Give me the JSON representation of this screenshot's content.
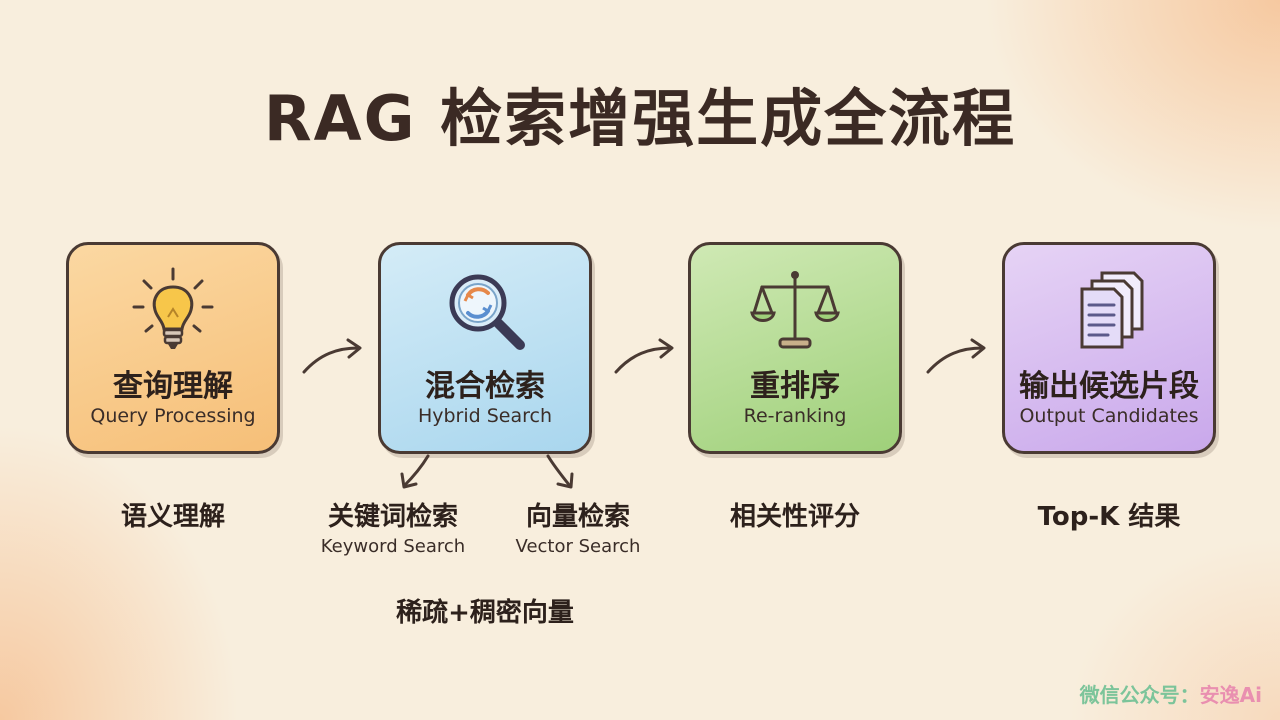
{
  "title": "RAG 检索增强生成全流程",
  "steps": [
    {
      "zh": "查询理解",
      "en": "Query Processing",
      "icon": "lightbulb-icon",
      "color": "#f6bf78",
      "note": "语义理解"
    },
    {
      "zh": "混合检索",
      "en": "Hybrid Search",
      "icon": "magnifier-icon",
      "color": "#a9d6ee"
    },
    {
      "zh": "重排序",
      "en": "Re-ranking",
      "icon": "balance-scale-icon",
      "color": "#9fd07a",
      "note": "相关性评分"
    },
    {
      "zh": "输出候选片段",
      "en": "Output Candidates",
      "icon": "documents-icon",
      "color": "#c9a8eb",
      "note": "Top-K 结果"
    }
  ],
  "hybrid_branches": {
    "keyword": {
      "zh": "关键词检索",
      "en": "Keyword Search"
    },
    "vector": {
      "zh": "向量检索",
      "en": "Vector Search"
    },
    "combined": "稀疏+稠密向量"
  },
  "watermark": {
    "prefix": "微信公众号：",
    "brand": "安逸Ai"
  }
}
